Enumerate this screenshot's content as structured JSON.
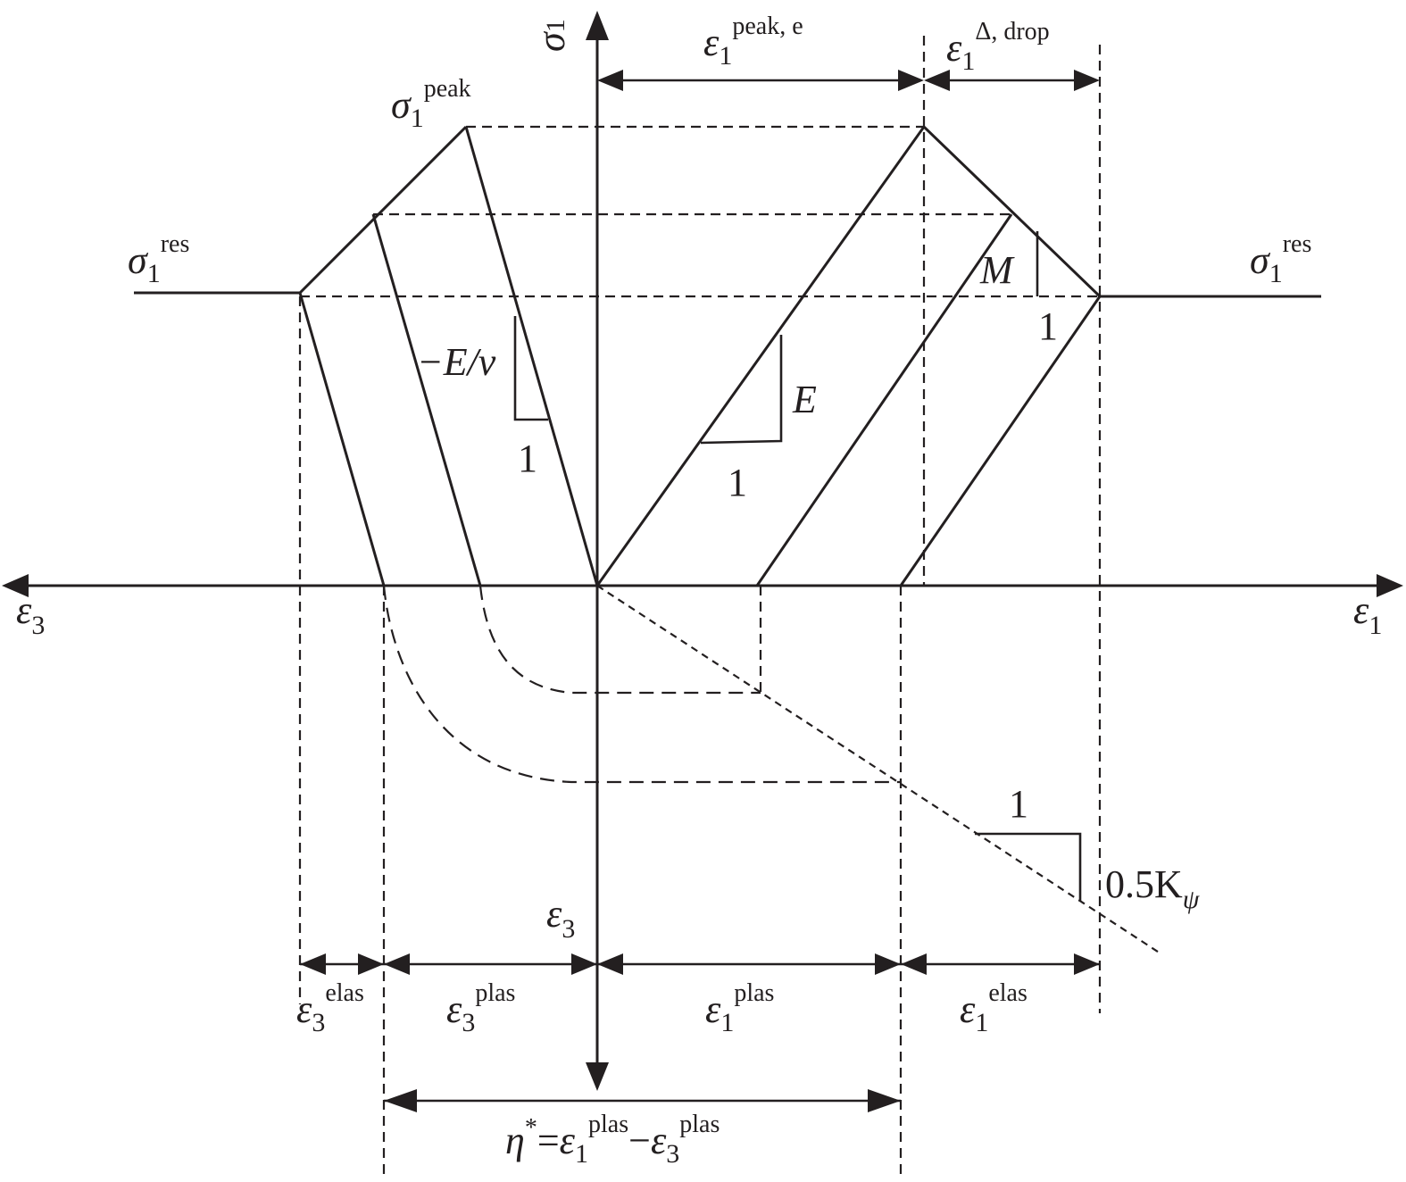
{
  "axes": {
    "sigma1": {
      "sym": "σ",
      "sub": "1"
    },
    "eps1": {
      "sym": "ε",
      "sub": "1"
    },
    "eps3": {
      "sym": "ε",
      "sub": "3"
    },
    "eps3_bottom": {
      "sym": "ε",
      "sub": "3"
    }
  },
  "labels": {
    "sigma1_peak": {
      "sym": "σ",
      "sub": "1",
      "sup": "peak"
    },
    "sigma1_res_left": {
      "sym": "σ",
      "sub": "1",
      "sup": "res"
    },
    "sigma1_res_right": {
      "sym": "σ",
      "sub": "1",
      "sup": "res"
    },
    "eps1_peak_e": {
      "sym": "ε",
      "sub": "1",
      "sup": "peak, e"
    },
    "eps1_drop": {
      "sym": "ε",
      "sub": "1",
      "sup": "Δ, drop"
    },
    "eps3_elas": {
      "sym": "ε",
      "sub": "3",
      "sup": "elas"
    },
    "eps3_plas": {
      "sym": "ε",
      "sub": "3",
      "sup": "plas"
    },
    "eps1_plas": {
      "sym": "ε",
      "sub": "1",
      "sup": "plas"
    },
    "eps1_elas": {
      "sym": "ε",
      "sub": "1",
      "sup": "elas"
    },
    "eta": {
      "sym": "η",
      "star": "*",
      "equals": "=",
      "e1": "ε",
      "e1_sub": "1",
      "e1_sup": "plas",
      "minus": "−",
      "e3": "ε",
      "e3_sub": "3",
      "e3_sup": "plas"
    }
  },
  "slopes": {
    "poisson": {
      "label": "−E/v",
      "run": "1"
    },
    "young": {
      "label": "E",
      "run": "1"
    },
    "softening": {
      "label": "M",
      "run": "1"
    },
    "dilation": {
      "run": "1",
      "rise": "0.5K",
      "rise_sub": "ψ"
    }
  }
}
